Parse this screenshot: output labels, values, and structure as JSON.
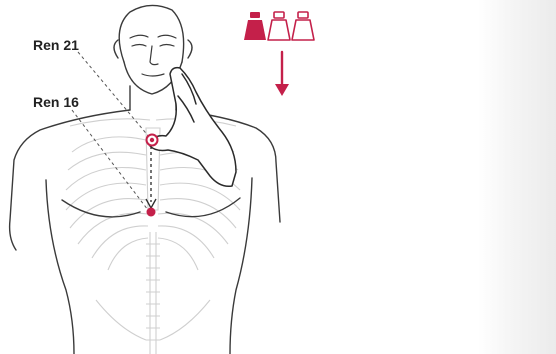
{
  "points": [
    {
      "id": "ren21",
      "label": "Ren 21"
    },
    {
      "id": "ren16",
      "label": "Ren 16"
    }
  ],
  "pressure_indicator": {
    "total_weights": 3,
    "filled_weights": 1,
    "direction": "down"
  },
  "colors": {
    "accent": "#c4204a",
    "outline": "#3a3a3a",
    "faint": "#c9c9c9",
    "label": "#222222"
  }
}
